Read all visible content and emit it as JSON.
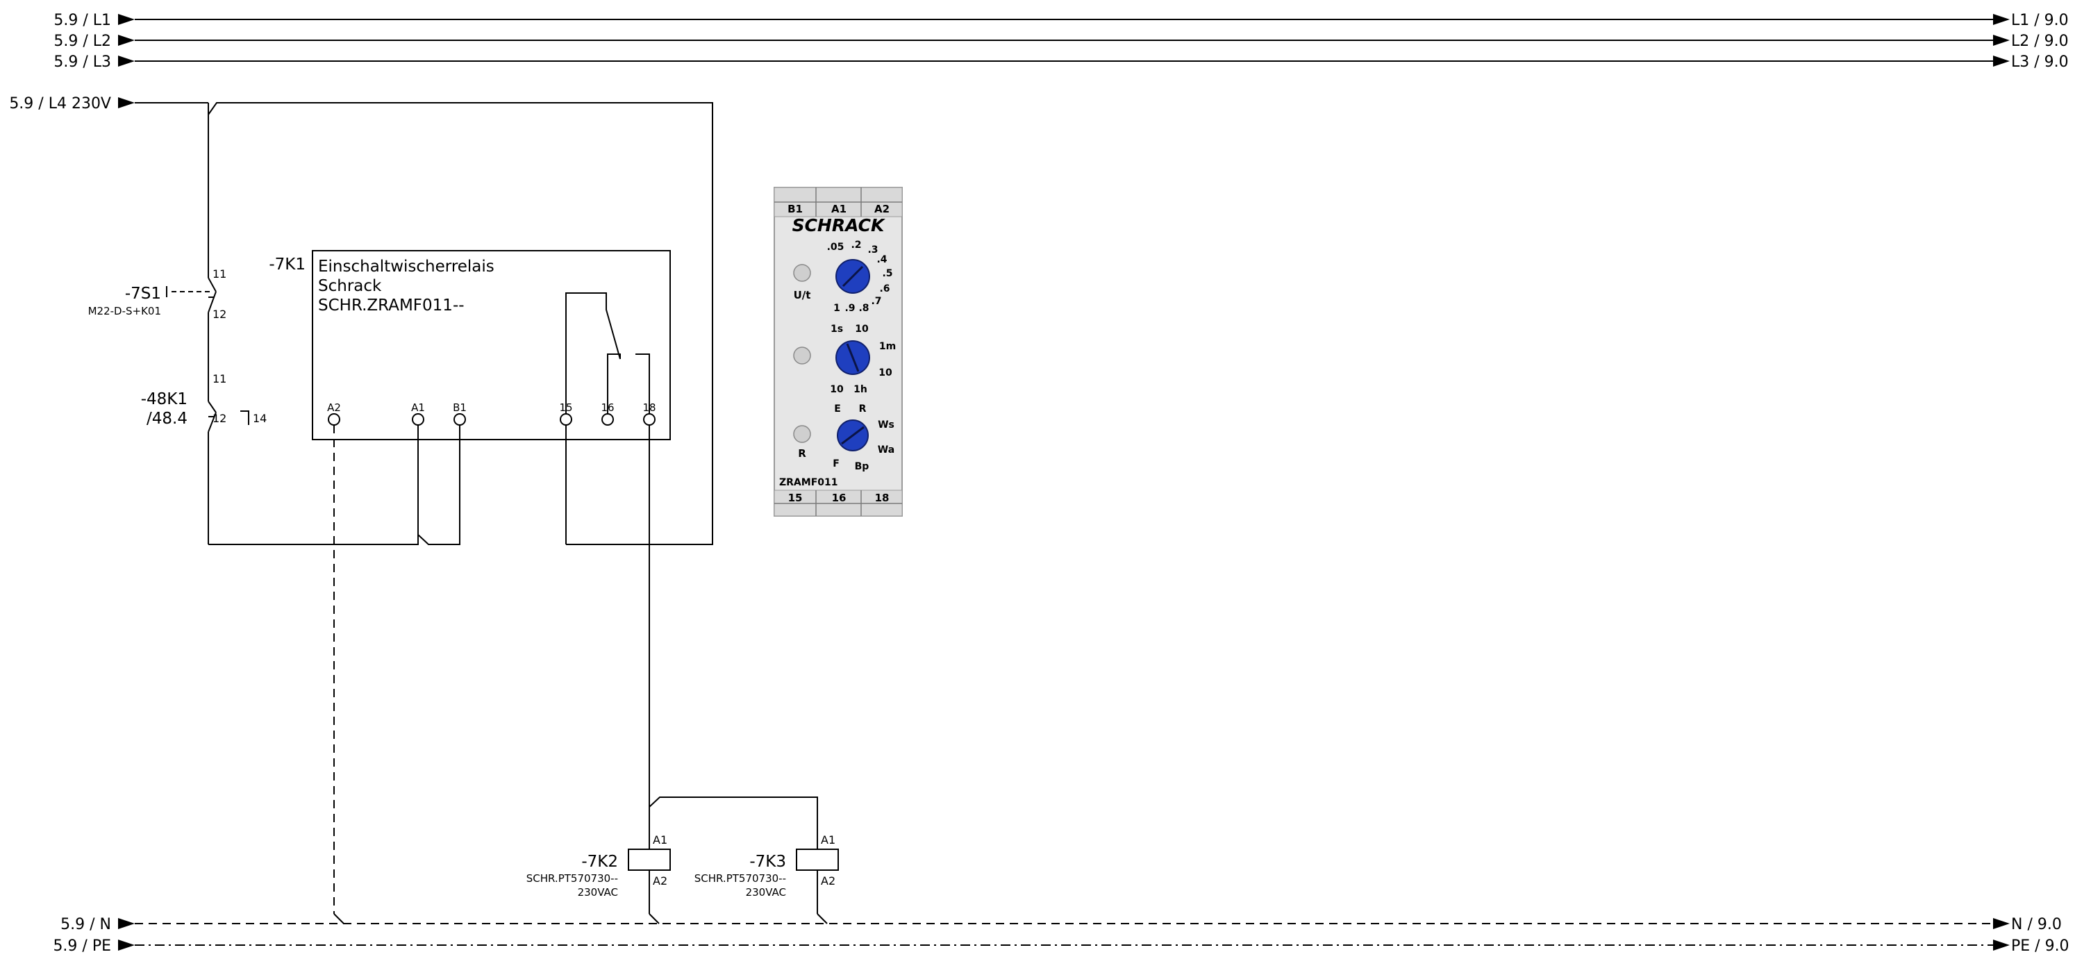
{
  "rails": {
    "L1": {
      "left": "5.9 / L1",
      "right": "L1 / 9.0"
    },
    "L2": {
      "left": "5.9 / L2",
      "right": "L2 / 9.0"
    },
    "L3": {
      "left": "5.9 / L3",
      "right": "L3 / 9.0"
    },
    "L4": {
      "left": "5.9 / L4 230V"
    },
    "N": {
      "left": "5.9 / N",
      "right": "N / 9.0"
    },
    "PE": {
      "left": "5.9 / PE",
      "right": "PE / 9.0"
    }
  },
  "s1": {
    "tag": "-7S1",
    "part": "M22-D-S+K01",
    "pin_top": "11",
    "pin_bottom": "12"
  },
  "k48": {
    "tag": "-48K1",
    "ref": "/48.4",
    "pin_top": "11",
    "pin_bottom": "12",
    "pin_no": "14"
  },
  "k1": {
    "tag": "-7K1",
    "line1": "Einschaltwischerrelais",
    "line2": "Schrack",
    "line3": "SCHR.ZRAMF011--",
    "terminals": [
      "A2",
      "A1",
      "B1",
      "15",
      "16",
      "18"
    ]
  },
  "k2": {
    "tag": "-7K2",
    "part": "SCHR.PT570730--",
    "voltage": "230VAC",
    "a1": "A1",
    "a2": "A2"
  },
  "k3": {
    "tag": "-7K3",
    "part": "SCHR.PT570730--",
    "voltage": "230VAC",
    "a1": "A1",
    "a2": "A2"
  },
  "device": {
    "top_terms": [
      "B1",
      "A1",
      "A2"
    ],
    "brand": "SCHRACK",
    "led_labels": [
      "U/t",
      "R"
    ],
    "dial1_marks": [
      ".05",
      ".2",
      ".3",
      ".4",
      ".5",
      ".6",
      ".7",
      ".8",
      ".9",
      "1"
    ],
    "dial2_marks": [
      "1s",
      "10",
      "1m",
      "10",
      "1h",
      "10"
    ],
    "dial3_marks": [
      "E",
      "R",
      "Ws",
      "Wa",
      "Bp",
      "F"
    ],
    "model": "ZRAMF011",
    "bottom_terms": [
      "15",
      "16",
      "18"
    ],
    "dial_color": "#1f3fbf"
  }
}
